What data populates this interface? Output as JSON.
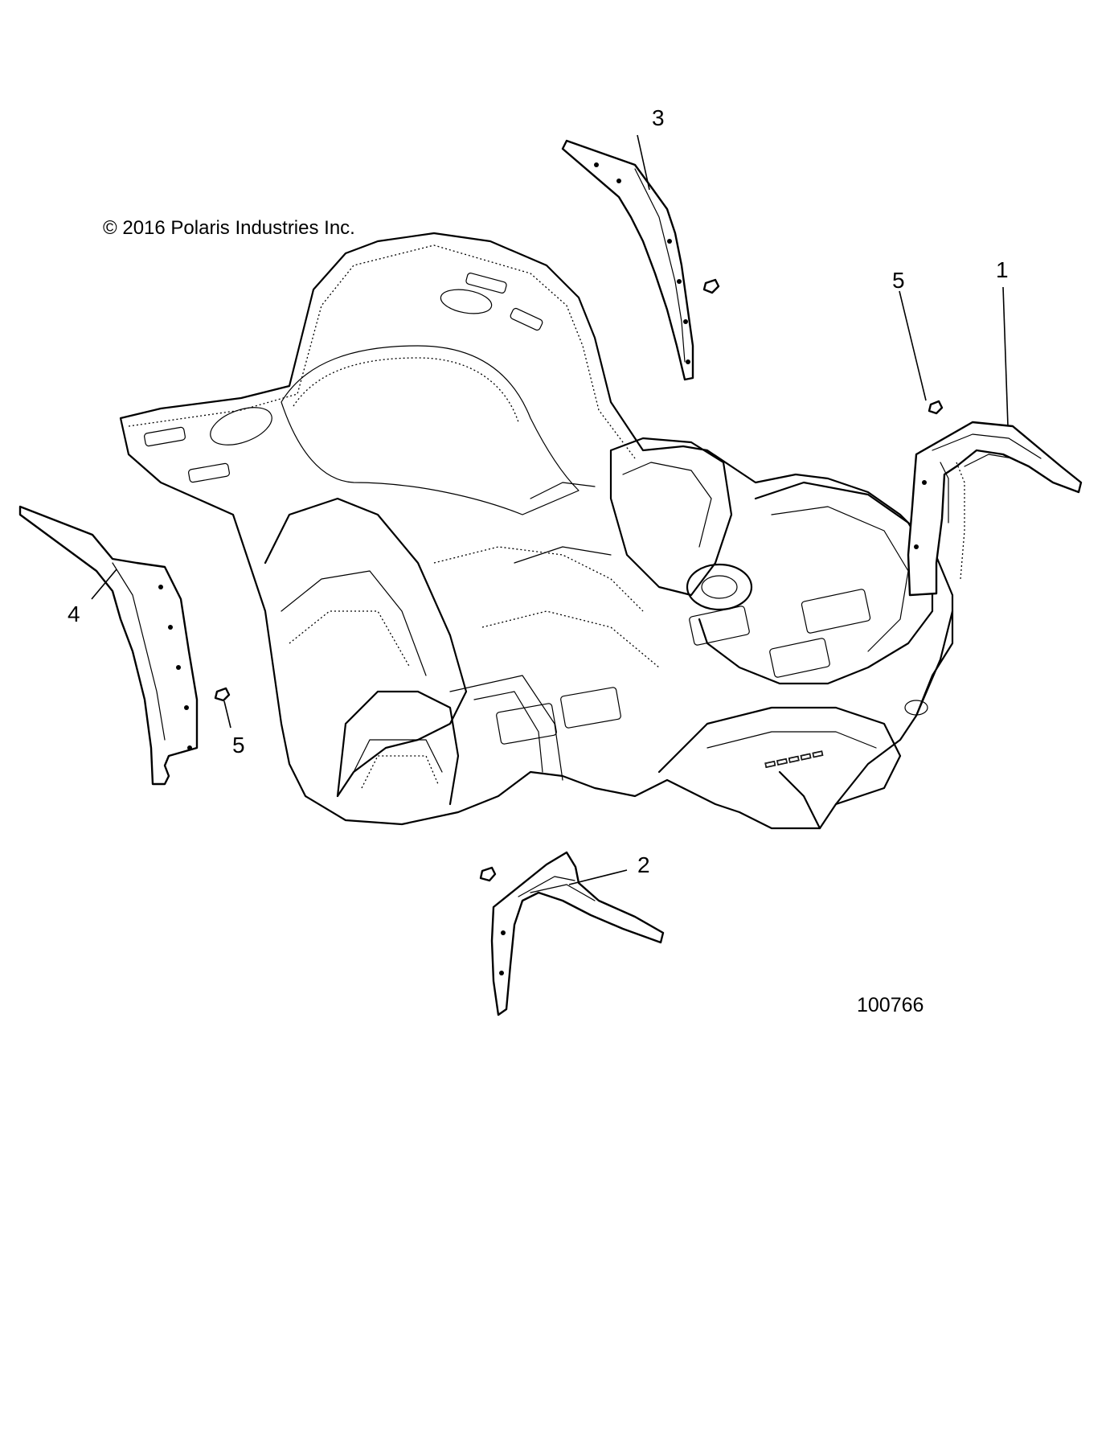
{
  "copyright": "© 2016 Polaris Industries Inc.",
  "figure_id": "100766",
  "callouts": [
    {
      "id": "callout-1",
      "label": "1"
    },
    {
      "id": "callout-2",
      "label": "2"
    },
    {
      "id": "callout-3",
      "label": "3"
    },
    {
      "id": "callout-4",
      "label": "4"
    },
    {
      "id": "callout-5a",
      "label": "5"
    },
    {
      "id": "callout-5b",
      "label": "5"
    }
  ]
}
